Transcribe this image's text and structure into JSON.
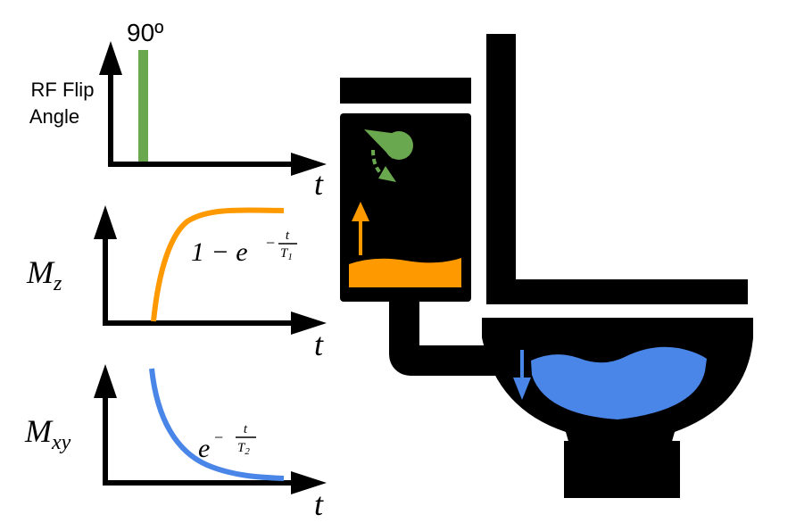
{
  "rf_plot": {
    "pulse_label": "90º",
    "y_label_line1": "RF Flip",
    "y_label_line2": "Angle",
    "x_label": "t"
  },
  "mz_plot": {
    "y_label_base": "M",
    "y_label_sub": "z",
    "x_label": "t",
    "formula_prefix": "1 − e",
    "formula_exp_sign": "−",
    "formula_exp_num": "t",
    "formula_exp_den_base": "T",
    "formula_exp_den_sub": "1"
  },
  "mxy_plot": {
    "y_label_base": "M",
    "y_label_sub": "xy",
    "x_label": "t",
    "formula_prefix": "e",
    "formula_exp_sign": "−",
    "formula_exp_num": "t",
    "formula_exp_den_base": "T",
    "formula_exp_den_sub": "2"
  },
  "colors": {
    "rf_pulse": "#6aa84f",
    "longitudinal": "#ff9900",
    "transverse": "#4a86e8",
    "axes": "#000000"
  },
  "icons": [
    "flapper-valve-icon",
    "toilet-icon"
  ]
}
